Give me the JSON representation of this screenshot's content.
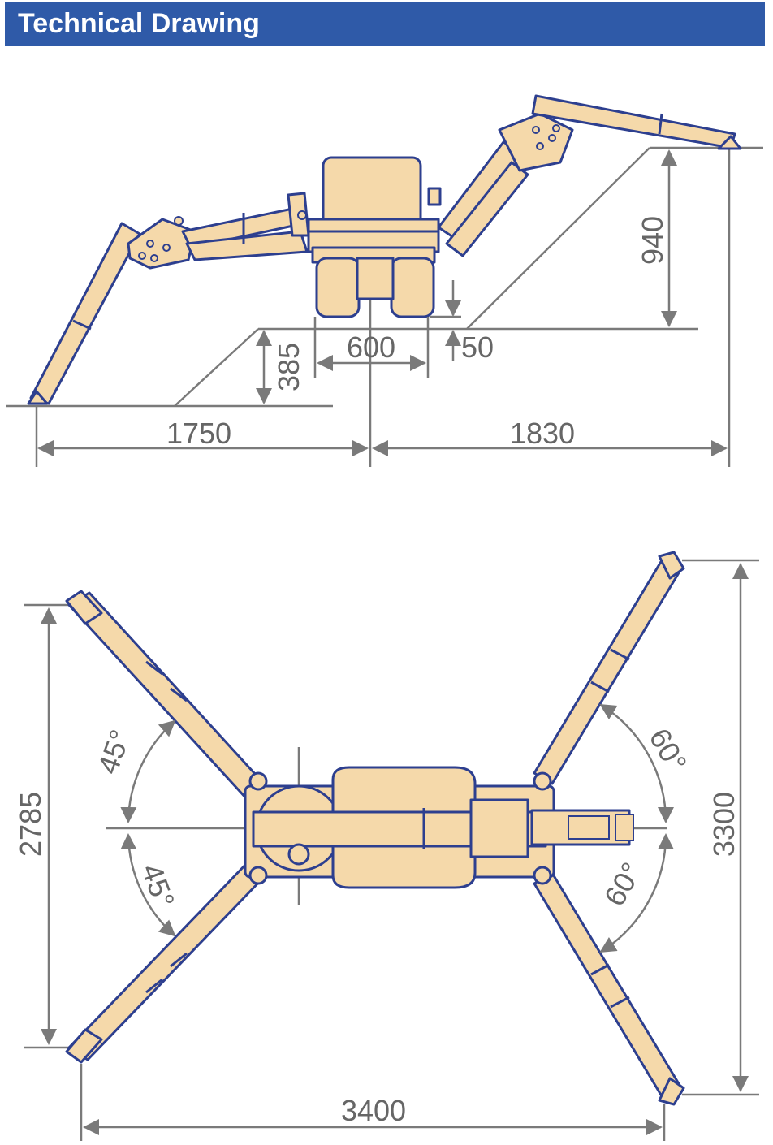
{
  "header": {
    "title": "Technical Drawing"
  },
  "side_view": {
    "dimensions": {
      "d1750": "1750",
      "d1830": "1830",
      "d600": "600",
      "d385": "385",
      "d50": "50",
      "d940": "940"
    }
  },
  "top_view": {
    "dimensions": {
      "d2785": "2785",
      "d3300": "3300",
      "d3400": "3400"
    },
    "angles": {
      "left_upper": "45°",
      "left_lower": "45°",
      "right_upper": "60°",
      "right_lower": "60°"
    }
  },
  "colors": {
    "header_bg": "#2f5aa8",
    "machine_fill": "#f5d9aa",
    "outline": "#2d3f8f",
    "dimension_lines": "#7a7a7a"
  }
}
